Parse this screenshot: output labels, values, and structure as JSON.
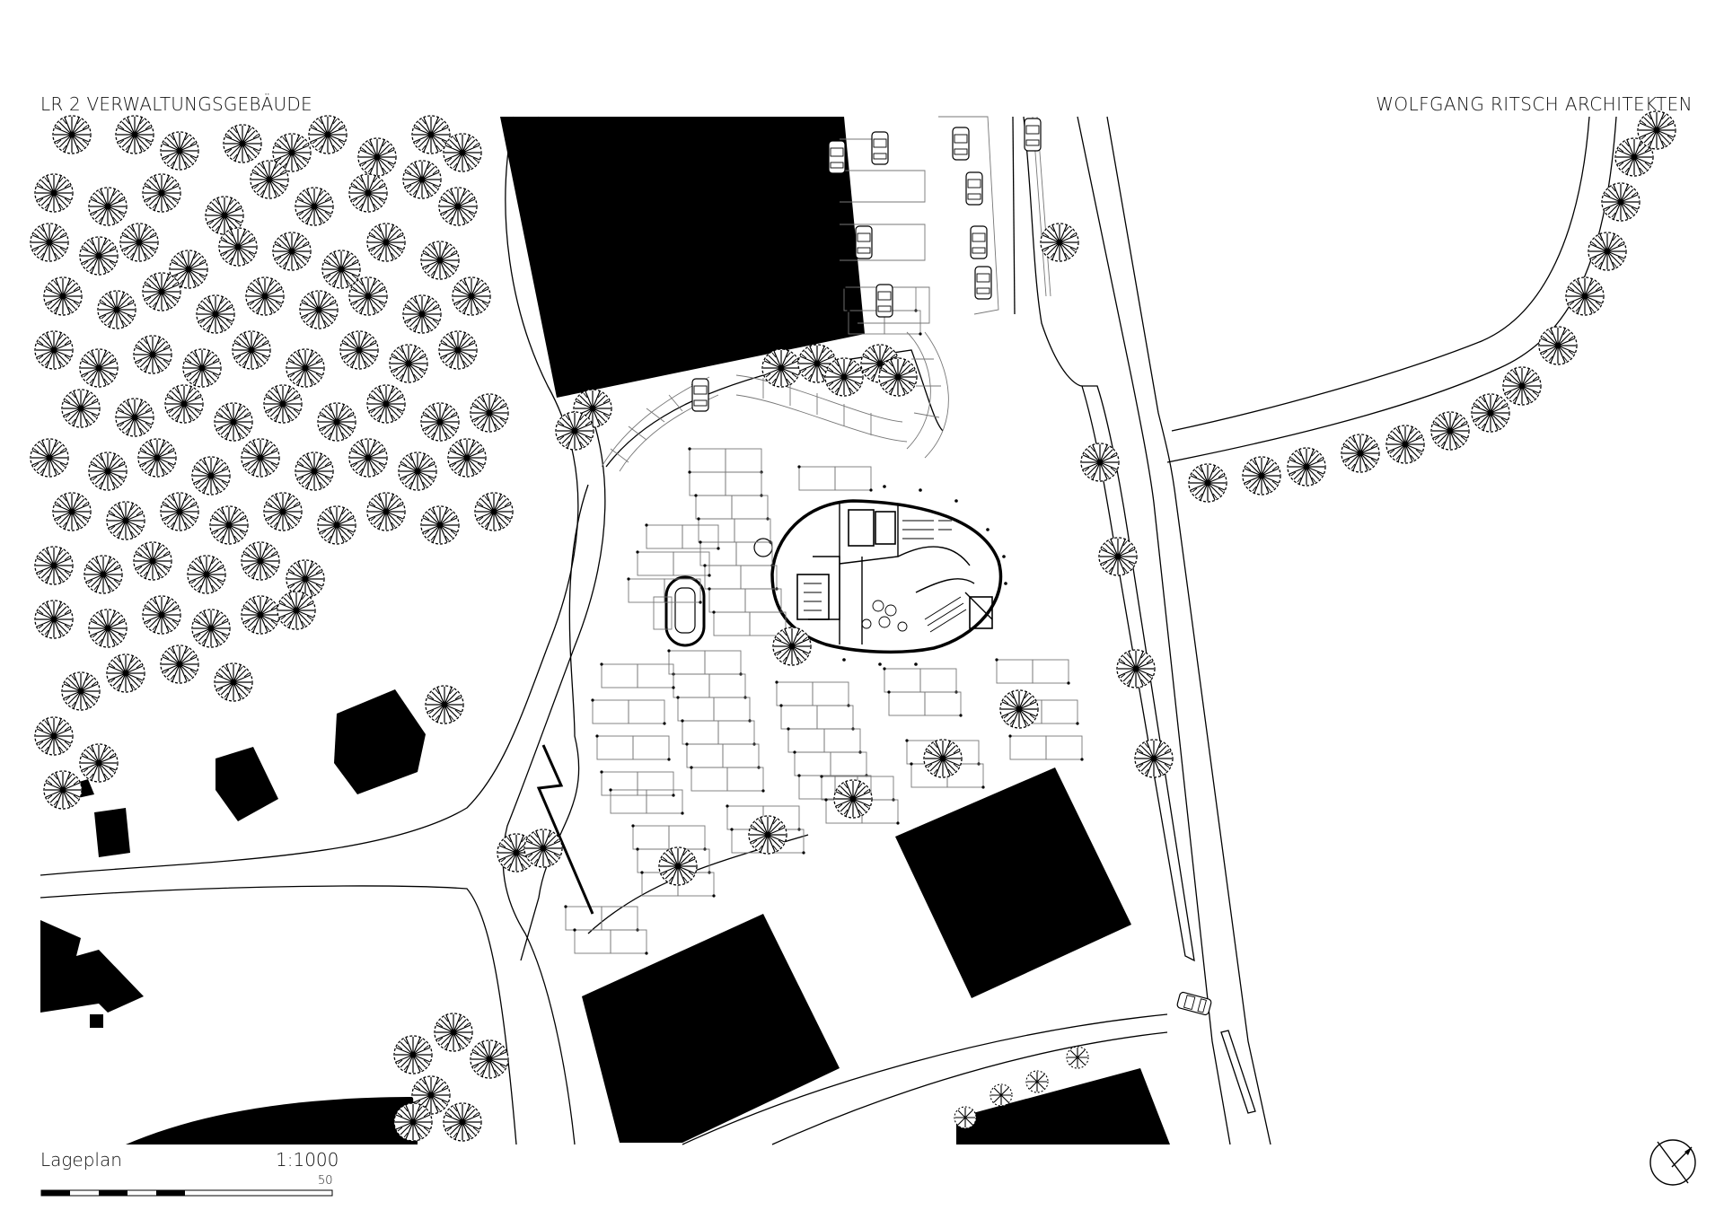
{
  "header": {
    "project_title": "LR 2 VERWALTUNGSGEBÄUDE",
    "office_name": "WOLFGANG RITSCH ARCHITEKTEN"
  },
  "footer": {
    "plan_label": "Lageplan",
    "scale_ratio": "1:1000",
    "scale_bar_length_label": "50"
  },
  "icons": {
    "north_arrow": "north-arrow-icon",
    "tree_symbol": "tree-icon",
    "car_symbol": "car-icon"
  },
  "colors": {
    "ink": "#000000",
    "paper": "#ffffff",
    "fine_line": "#777777"
  }
}
